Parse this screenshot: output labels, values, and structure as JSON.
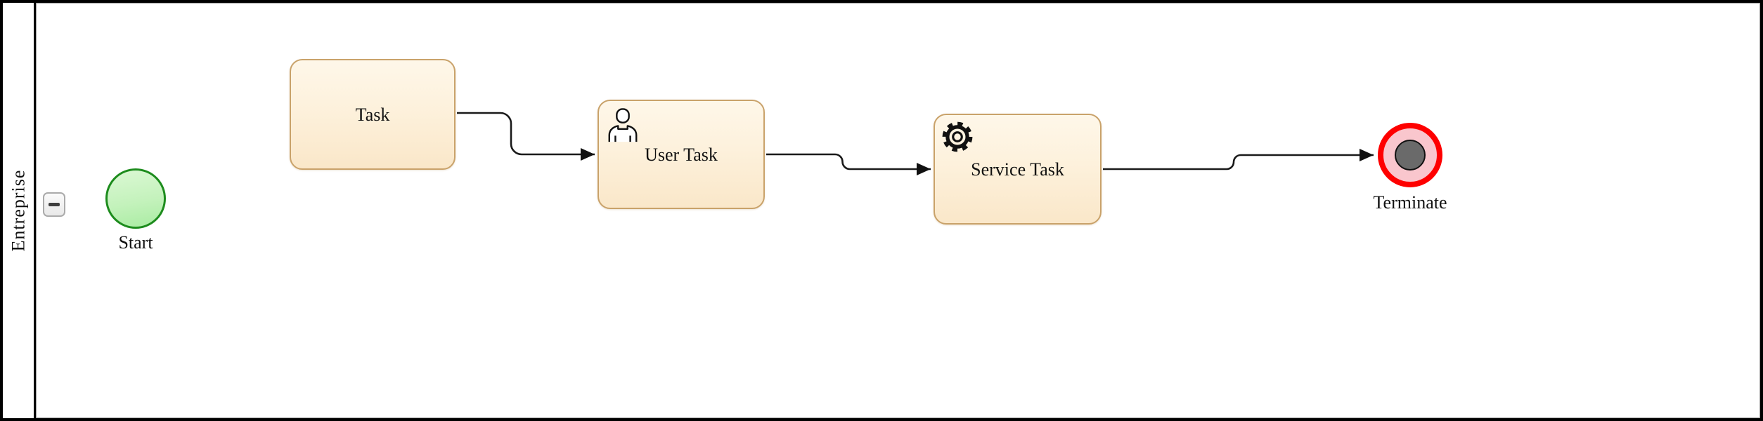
{
  "pool": {
    "label": "Entreprise",
    "collapse_button_icon": "minus-icon"
  },
  "nodes": {
    "start": {
      "label": "Start",
      "type": "start-event"
    },
    "task": {
      "label": "Task",
      "type": "task"
    },
    "user_task": {
      "label": "User Task",
      "type": "user-task",
      "icon": "user-icon"
    },
    "service_task": {
      "label": "Service Task",
      "type": "service-task",
      "icon": "gear-icon"
    },
    "terminate": {
      "label": "Terminate",
      "type": "terminate-end-event"
    }
  },
  "flows": [
    {
      "from": "Task",
      "to": "User Task"
    },
    {
      "from": "User Task",
      "to": "Service Task"
    },
    {
      "from": "Service Task",
      "to": "Terminate"
    }
  ],
  "colors": {
    "task_fill_top": "#FEF7E9",
    "task_fill_bottom": "#FAE7C9",
    "task_border": "#C9A26A",
    "start_fill_top": "#DBF8D4",
    "start_fill_bottom": "#A9ECA2",
    "start_border": "#1D8C1D",
    "terminate_ring": "#FE0000",
    "terminate_inner_fill": "#F9C6CD",
    "terminate_core": "#6A6A6A",
    "connector": "#1A1A1A",
    "pool_border": "#000000"
  }
}
